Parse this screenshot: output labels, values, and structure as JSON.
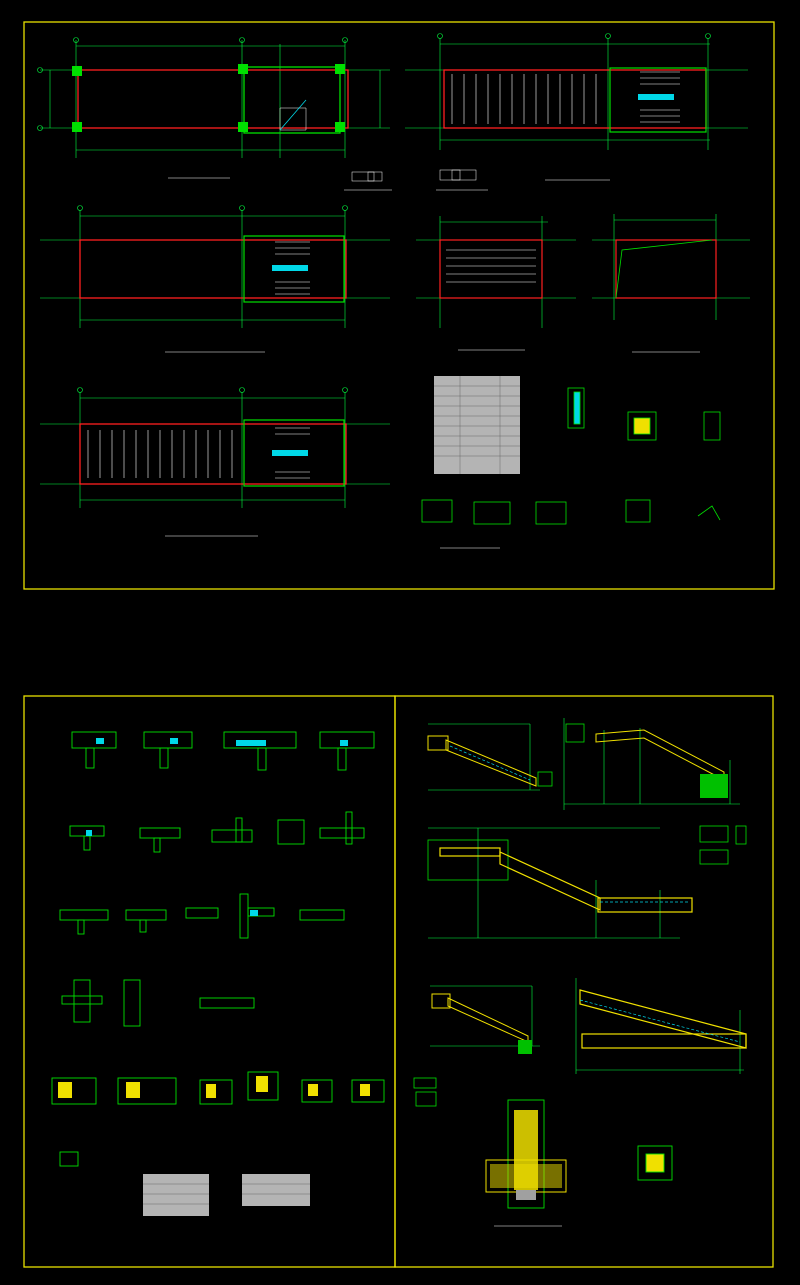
{
  "colors": {
    "background": "#000000",
    "sheet_border": "#e8e000",
    "structure": "#00e000",
    "dimension": "#00ff40",
    "beam": "#ff2020",
    "tread": "#ffffff",
    "fill_cyan": "#00d8e8",
    "detail_yellow": "#f0e000",
    "table_fill": "#b4b4b4"
  },
  "sheets": [
    {
      "name": "sheet-1-stair-plans"
    },
    {
      "name": "sheet-2-node-details"
    },
    {
      "name": "sheet-3-stair-sections"
    }
  ]
}
